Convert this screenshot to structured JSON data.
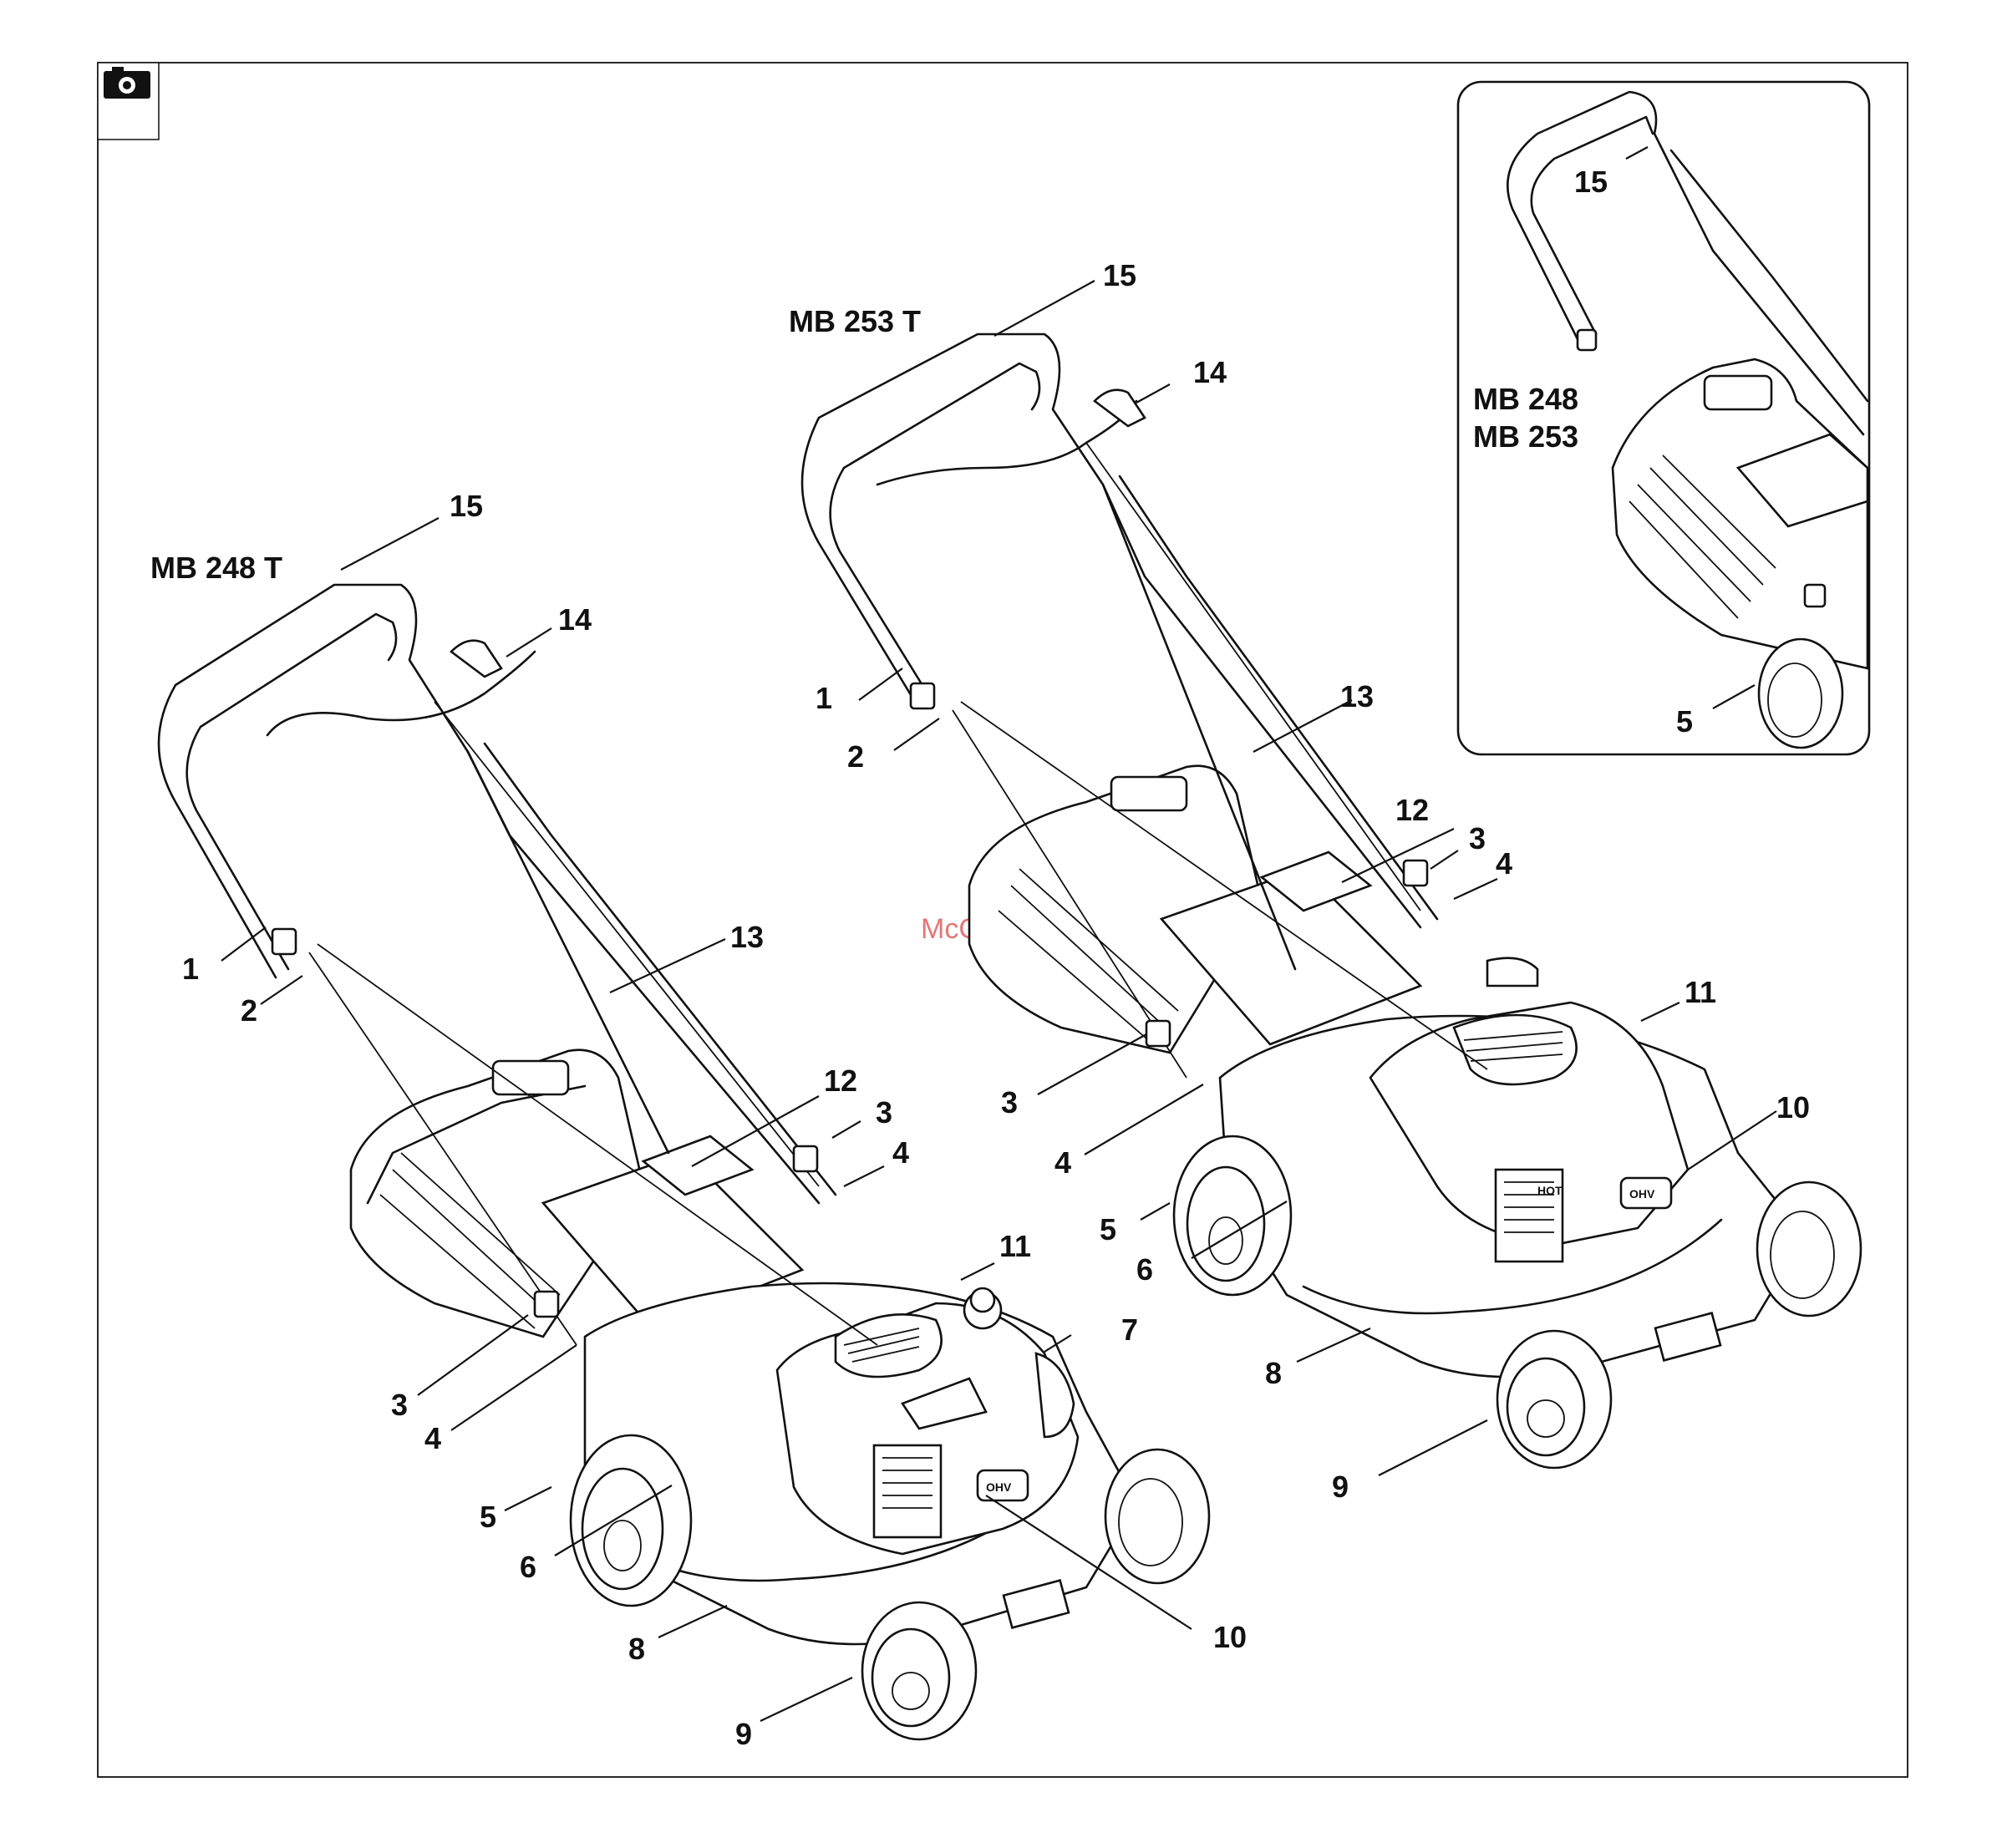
{
  "watermark": "McGrp.Ru",
  "icon": "camera-icon",
  "inset_models": [
    "MB 248",
    "MB 253"
  ],
  "mower_left": {
    "model": "MB 248 T",
    "labels": [
      "1",
      "2",
      "3",
      "4",
      "5",
      "6",
      "7",
      "8",
      "9",
      "10",
      "11",
      "12",
      "13",
      "14",
      "15",
      "3",
      "4"
    ]
  },
  "mower_right": {
    "model": "MB 253 T",
    "labels": [
      "1",
      "2",
      "3",
      "4",
      "5",
      "6",
      "8",
      "9",
      "10",
      "11",
      "12",
      "13",
      "14",
      "15",
      "3",
      "4"
    ]
  },
  "inset": {
    "labels": [
      "15",
      "5"
    ]
  },
  "engine_text": {
    "ohv": "OHV",
    "hot": "HOT"
  }
}
